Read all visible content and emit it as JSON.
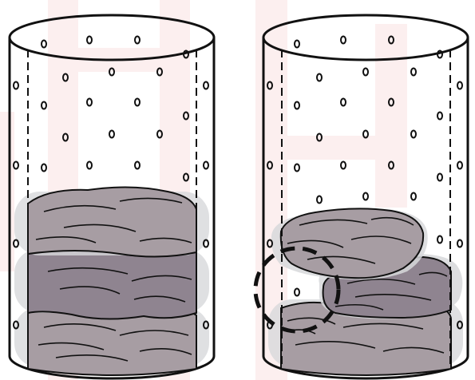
{
  "figure": {
    "panels": [
      {
        "id": "left",
        "depicts": "cylinder-with-three-stacked-layers"
      },
      {
        "id": "right",
        "depicts": "cylinder-with-two-offset-layers-gap-highlighted"
      }
    ],
    "colors": {
      "outline": "#111111",
      "bubble": "#111111",
      "layer_fill": "#a79da3",
      "layer_fill_dark": "#8f8490",
      "halo": "#d7d8db",
      "watermark": "#fcefef",
      "highlight": "#111111"
    }
  }
}
